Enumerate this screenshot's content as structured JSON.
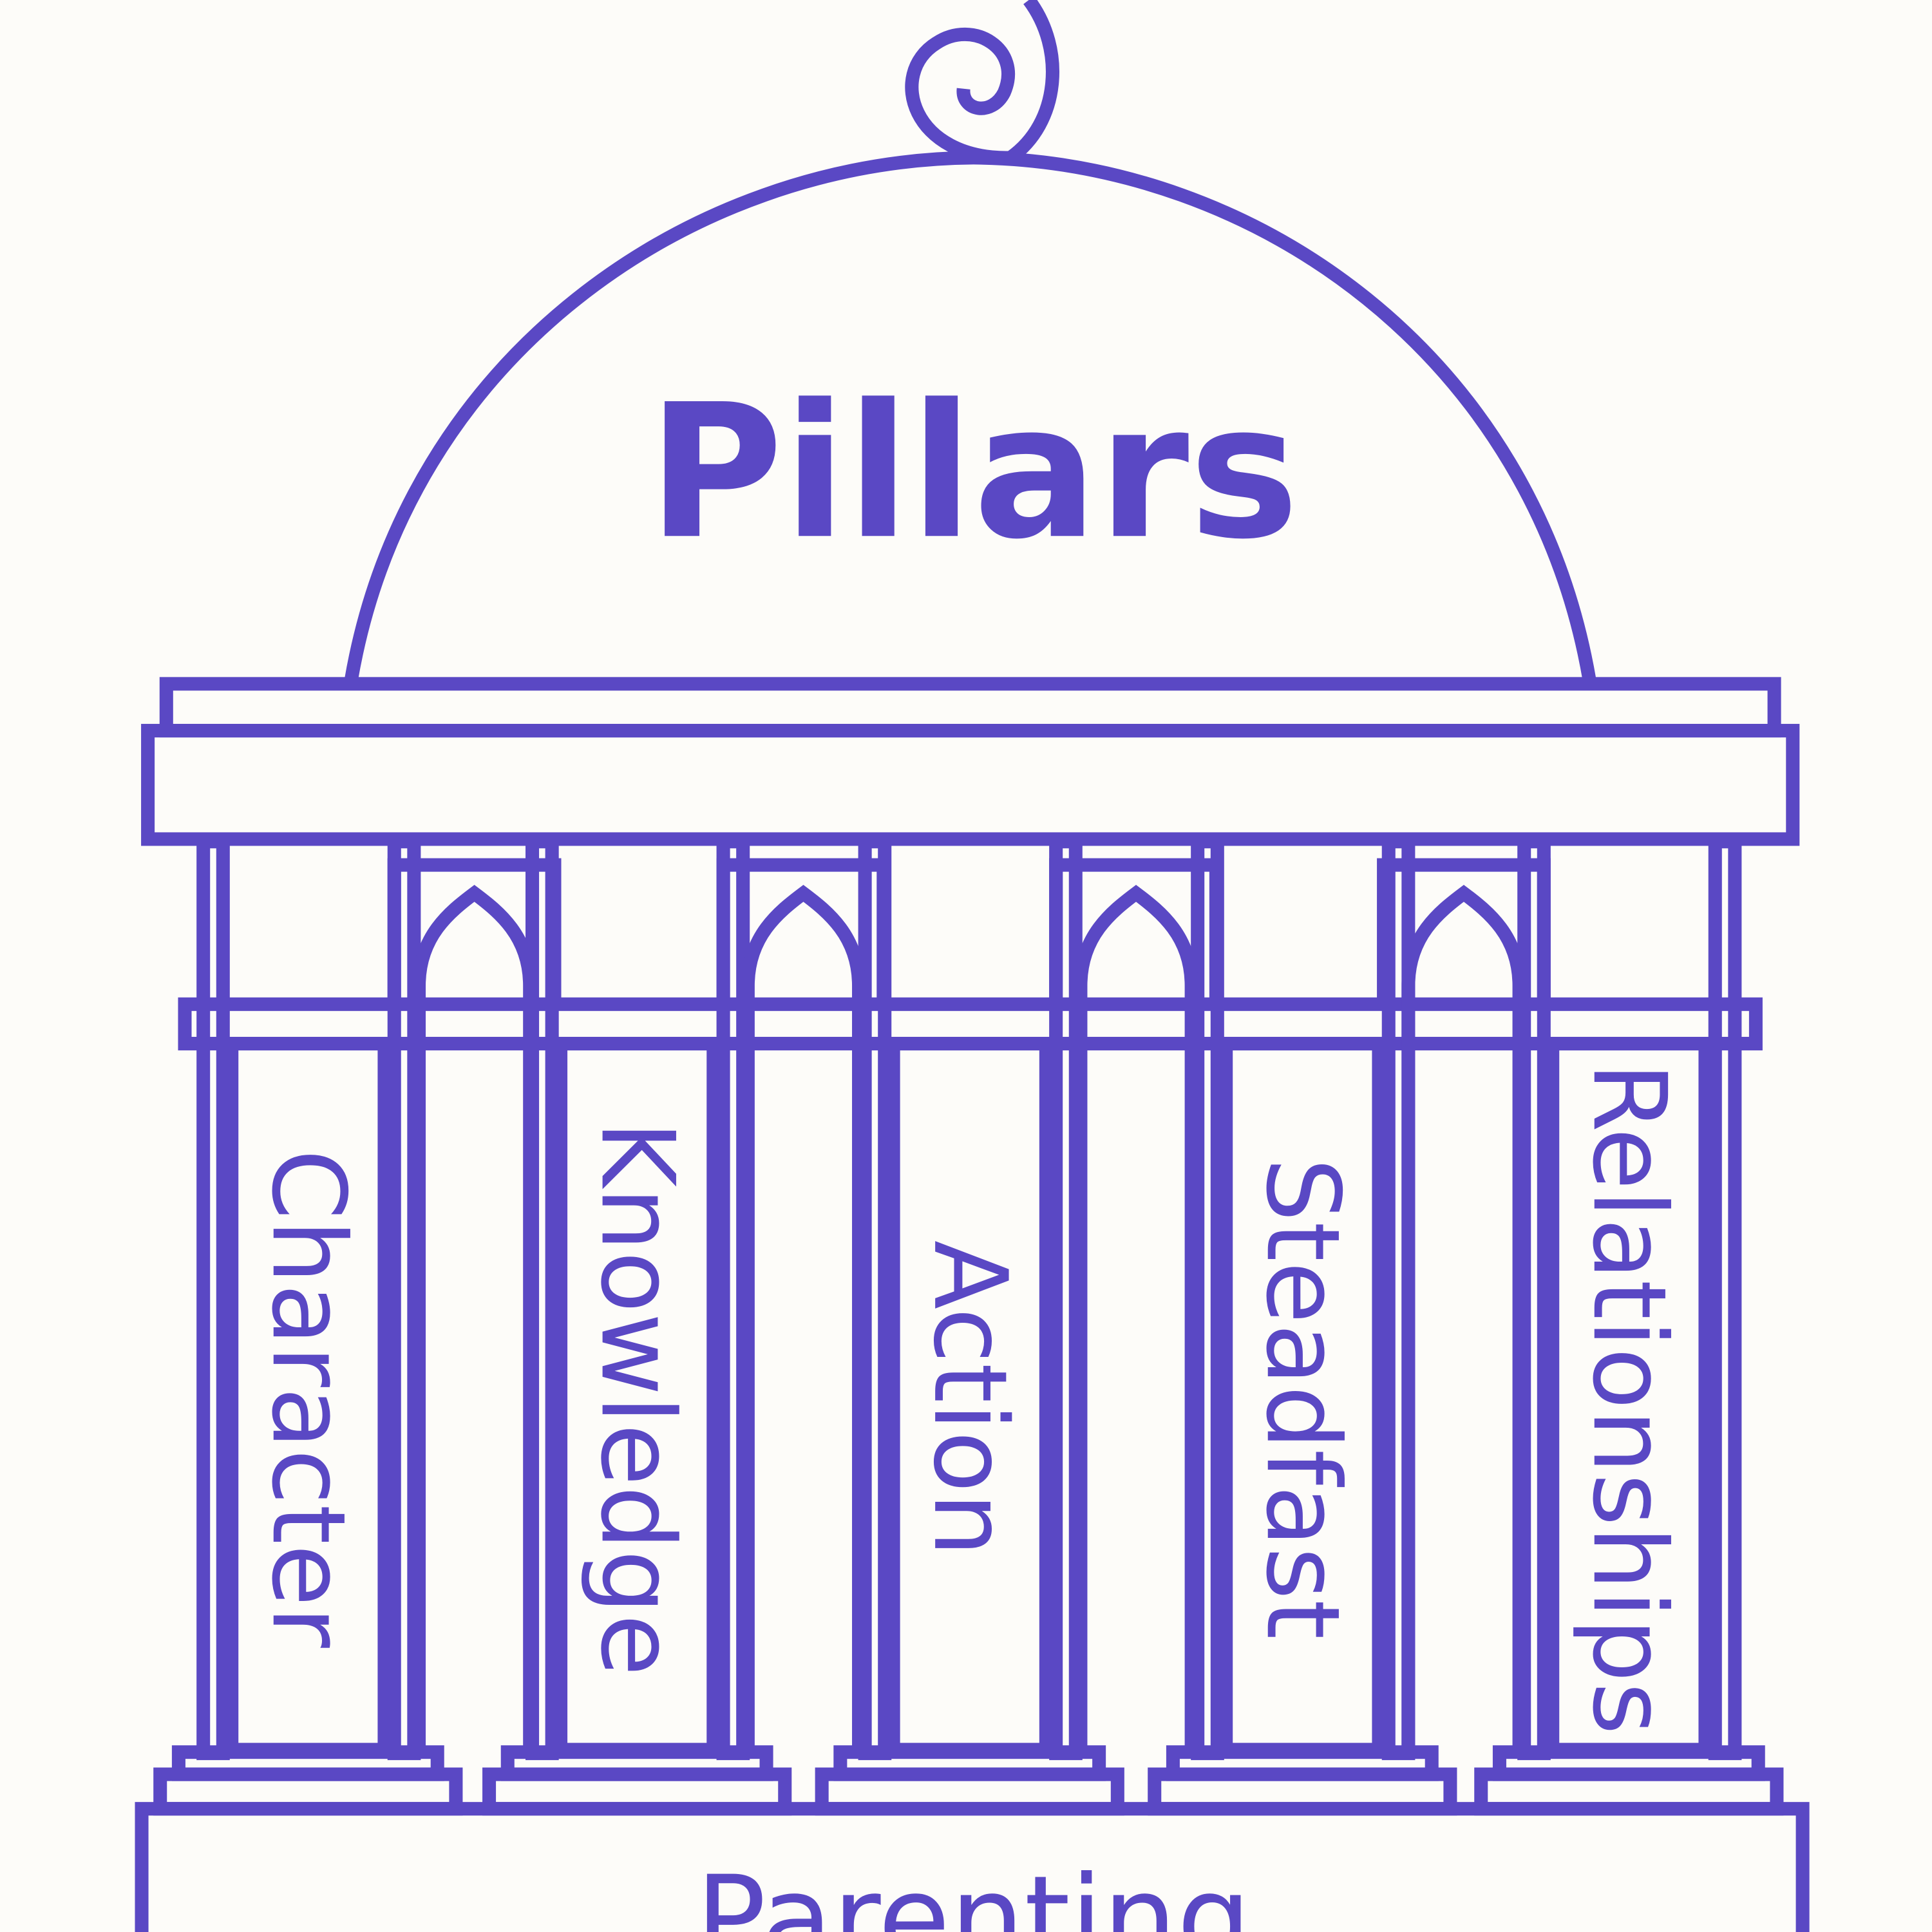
{
  "title": "Pillars",
  "pillars": [
    "Character",
    "Knowledge",
    "Action",
    "Steadfast",
    "Relationships"
  ],
  "foundation": "Parenting",
  "colors": {
    "line": "#5a48c4",
    "background": "#fdfcf9"
  }
}
